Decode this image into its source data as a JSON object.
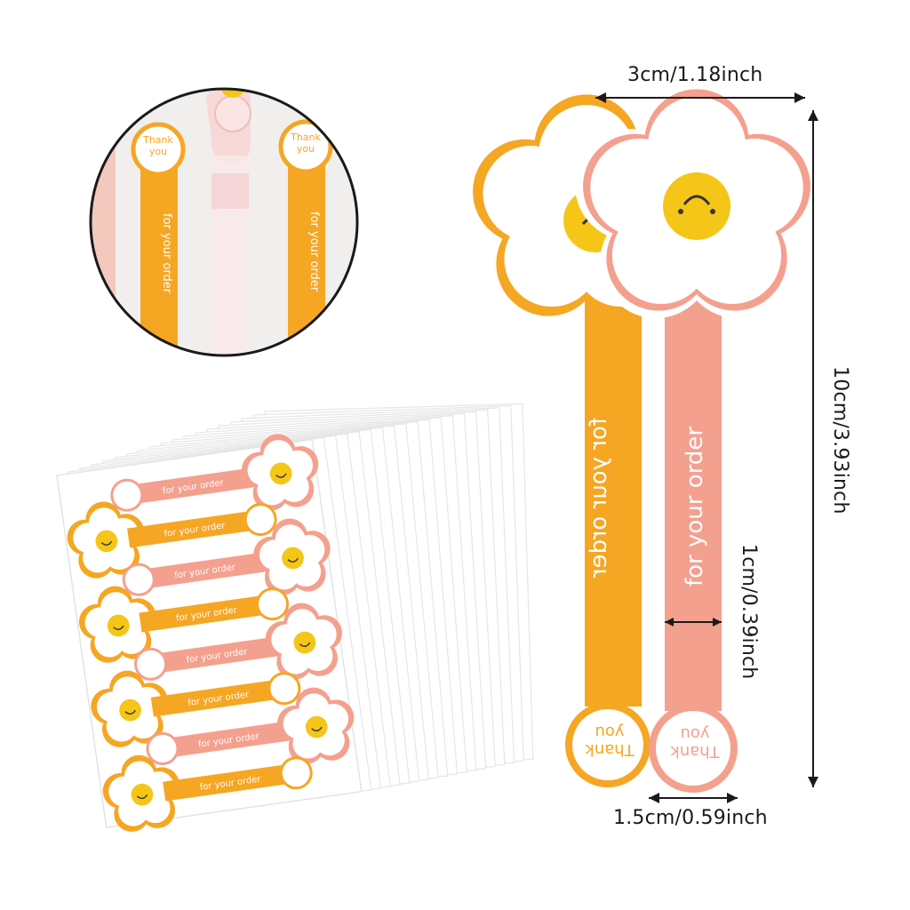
{
  "colors": {
    "yellow": "#F5A623",
    "yellow_light": "#F8B83A",
    "pink": "#F4A08E",
    "pink_light": "#F7B3A3",
    "face": "#F5C518",
    "outline": "#222222"
  },
  "sticker": {
    "thank_you": "Thank you",
    "message": "for your order"
  },
  "dimensions": {
    "total_width": "3cm/1.18inch",
    "total_height": "10cm/3.93inch",
    "strip_width": "1cm/0.39inch",
    "circle_diameter": "1.5cm/0.59inch"
  }
}
